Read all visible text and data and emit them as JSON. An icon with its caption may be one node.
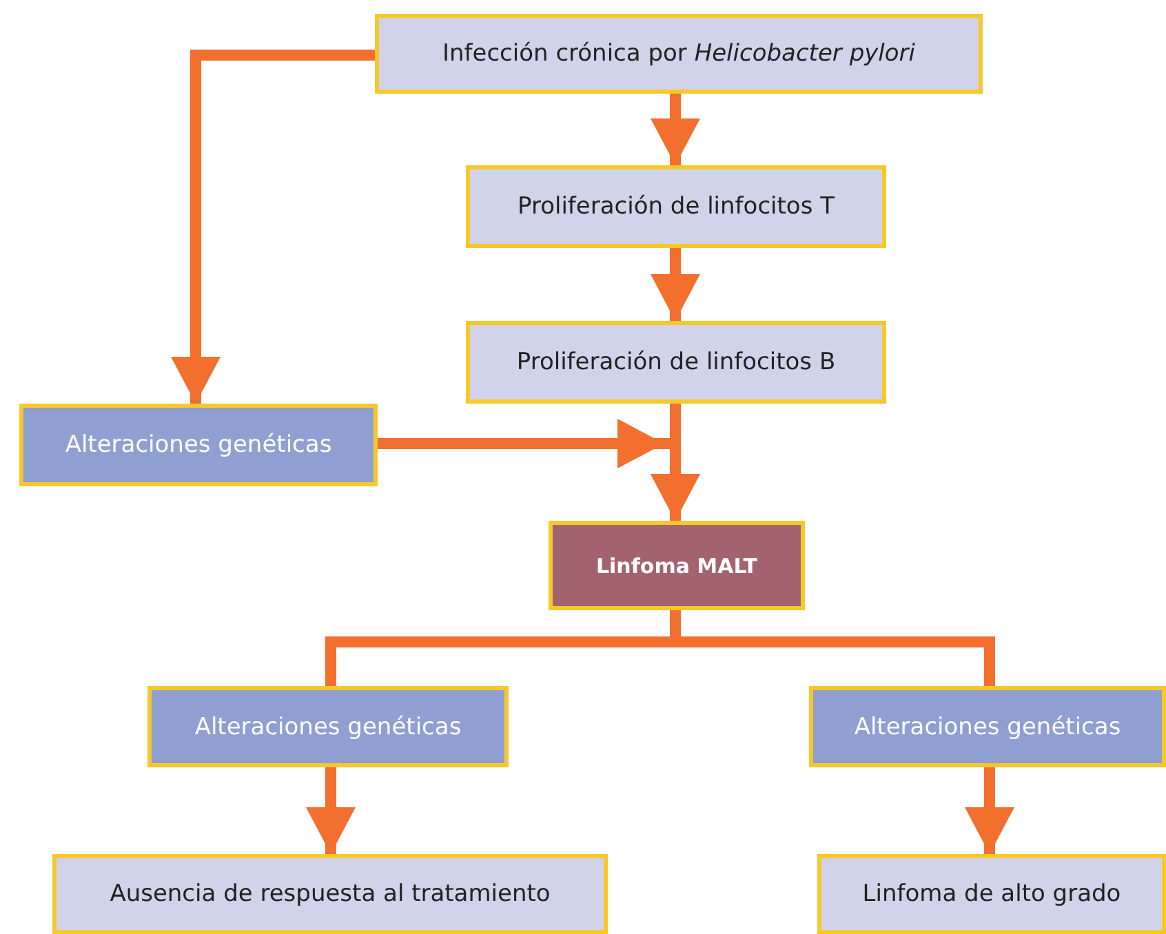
{
  "diagram": {
    "nodes": [
      {
        "text": [
          "Infección crónica por *Helicobacter pylori*"
        ]
      },
      {
        "text": [
          "Proliferación de linfocitos T"
        ]
      },
      {
        "text": [
          "Proliferación de linfocitos B"
        ]
      },
      {
        "text": [
          "Alteraciones genéticas"
        ]
      },
      {
        "text": [
          "Linfoma MALT"
        ]
      },
      {
        "text": [
          "Alteraciones genéticas"
        ]
      },
      {
        "text": [
          "Alteraciones genéticas"
        ]
      },
      {
        "text": [
          "Ausencia de respuesta al tratamiento"
        ]
      },
      {
        "text": [
          "Linfoma de alto grado"
        ]
      }
    ],
    "edges": [
      {
        "from": 0,
        "to": 3,
        "arrow": "to"
      },
      {
        "from": 0,
        "to": 1,
        "arrow": "to"
      },
      {
        "from": 1,
        "to": 2,
        "arrow": "to"
      },
      {
        "from": 2,
        "to": 4,
        "arrow": "to"
      },
      {
        "from": 3,
        "to": 4,
        "arrow": "to"
      },
      {
        "from": 4,
        "to": 5,
        "arrow": "none"
      },
      {
        "from": 4,
        "to": 6,
        "arrow": "none"
      },
      {
        "from": 5,
        "to": 7,
        "arrow": "to"
      },
      {
        "from": 6,
        "to": 8,
        "arrow": "to"
      }
    ]
  }
}
